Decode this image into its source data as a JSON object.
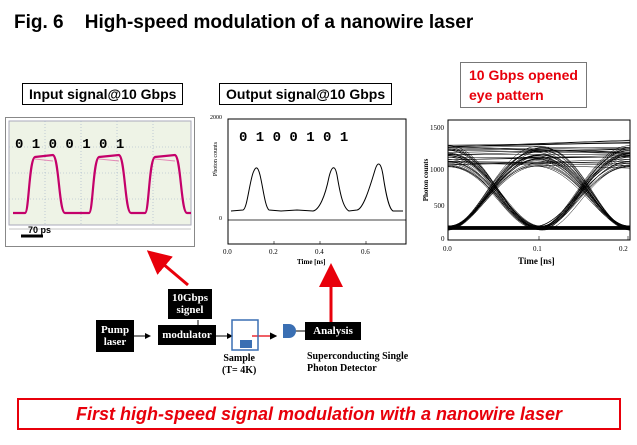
{
  "figure": {
    "title": "Fig. 6    High-speed modulation of a nanowire laser"
  },
  "panels": {
    "input": {
      "label": "Input signal@10 Gbps",
      "bits": "0 1 0 0 1 0 1",
      "scale_bar": "70 ps"
    },
    "output": {
      "label": "Output signal@10 Gbps",
      "bits": "0 1 0 0 1 0 1",
      "ylabel": "Photon counts",
      "xlabel": "Time [ns]",
      "y_ticks": [
        "2000",
        "0"
      ],
      "x_ticks": [
        "0.0",
        "0.2",
        "0.4",
        "0.6"
      ]
    },
    "eye": {
      "label_line1": "10 Gbps opened",
      "label_line2": "eye pattern",
      "ylabel": "Photon counts",
      "xlabel": "Time [ns]",
      "y_ticks": [
        "1500",
        "1000",
        "500",
        "0"
      ],
      "x_ticks": [
        "0.0",
        "0.1",
        "0.2"
      ]
    }
  },
  "diagram": {
    "pump_laser": "Pump laser",
    "modulator": "modulator",
    "signal": "10Gbps signel",
    "sample_line1": "Sample",
    "sample_line2": "(T= 4K)",
    "analysis": "Analysis",
    "detector_line1": "Superconducting Single",
    "detector_line2": "Photon Detector"
  },
  "conclusion": "First high-speed signal modulation with a nanowire laser",
  "colors": {
    "accent_red": "#e8000b",
    "scope_trace": "#c4006a",
    "scope_bg": "#eef3e6",
    "scope_grid": "#9db0c8"
  }
}
